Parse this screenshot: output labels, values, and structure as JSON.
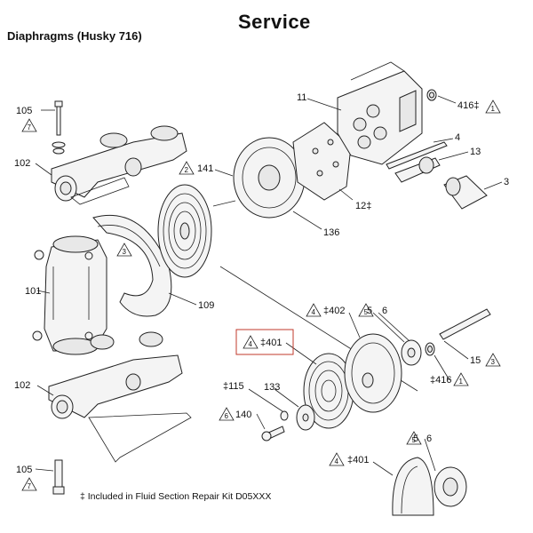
{
  "header": "Service",
  "subtitle": "Diaphragms (Husky 716)",
  "footnote": "‡ Included in Fluid Section Repair Kit D05XXX",
  "highlight_color": "#c0392b",
  "callouts": {
    "c105a": "105",
    "c102a": "102",
    "c101": "101",
    "c102b": "102",
    "c105b": "105",
    "c11": "11",
    "c4": "4",
    "c13": "13",
    "c3": "3",
    "c416a": "416‡",
    "c141": "141",
    "c12": "12‡",
    "c136": "136",
    "c109": "109",
    "c402": "‡402",
    "c5a": "5",
    "c6a": "6",
    "c401a": "‡401",
    "c15": "15",
    "c416b": "‡416",
    "c115": "‡115",
    "c133": "133",
    "c140": "140",
    "c401b": "‡401",
    "c5b": "5",
    "c6b": "6"
  },
  "triangles": {
    "t105a": "7",
    "t416a": "1",
    "t141": "2",
    "t3": "3",
    "t402": "4",
    "t5a": "5",
    "t401a": "4",
    "t15": "3",
    "t416b": "1",
    "t140": "6",
    "t401b": "4",
    "t5b": "5",
    "t105b": "7"
  }
}
